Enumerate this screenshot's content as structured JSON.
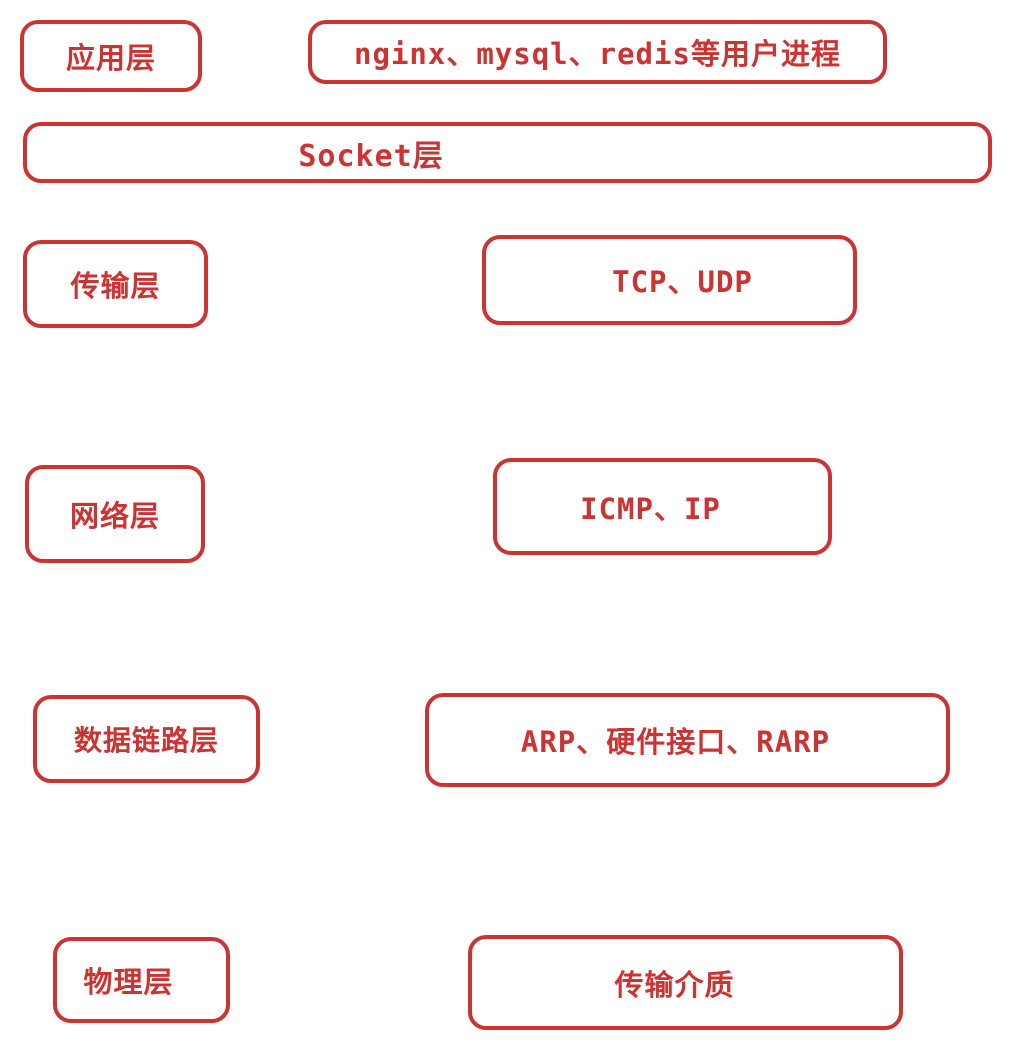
{
  "diagram": {
    "accent_color": "#cc3333",
    "background_color": "#ffffff"
  },
  "boxes": [
    {
      "id": "application-layer",
      "label": "应用层"
    },
    {
      "id": "user-processes",
      "label": "nginx、mysql、redis等用户进程"
    },
    {
      "id": "socket-layer",
      "label": "Socket层"
    },
    {
      "id": "transport-layer",
      "label": "传输层"
    },
    {
      "id": "transport-protocols",
      "label": "TCP、UDP"
    },
    {
      "id": "network-layer",
      "label": "网络层"
    },
    {
      "id": "network-protocols",
      "label": "ICMP、IP"
    },
    {
      "id": "datalink-layer",
      "label": "数据链路层"
    },
    {
      "id": "datalink-protocols",
      "label": "ARP、硬件接口、RARP"
    },
    {
      "id": "physical-layer",
      "label": "物理层"
    },
    {
      "id": "physical-medium",
      "label": "传输介质"
    }
  ]
}
